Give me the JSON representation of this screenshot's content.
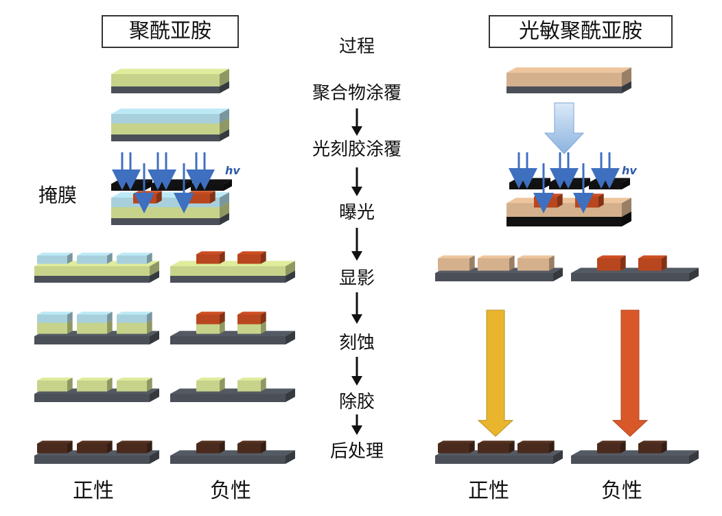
{
  "titles": {
    "left": "聚酰亚胺",
    "right": "光敏聚酰亚胺"
  },
  "process": {
    "header": "过程",
    "steps": [
      "聚合物涂覆",
      "光刻胶涂覆",
      "曝光",
      "显影",
      "刻蚀",
      "除胶",
      "后处理"
    ]
  },
  "labels": {
    "mask": "掩膜",
    "hv": "hv",
    "positive": "正性",
    "negative": "负性"
  },
  "colors": {
    "substrate": "#4b5058",
    "polyimide": "#c7d38a",
    "photoresist": "#a8d0dc",
    "photosensitive_pi": "#d4b08c",
    "exposed": "#b8461f",
    "mask": "#111111",
    "uv_arrow": "#3f6fbf",
    "cured": "#4a2a1c",
    "arrow_positive": "#e9b52d",
    "arrow_negative": "#d9582a"
  }
}
